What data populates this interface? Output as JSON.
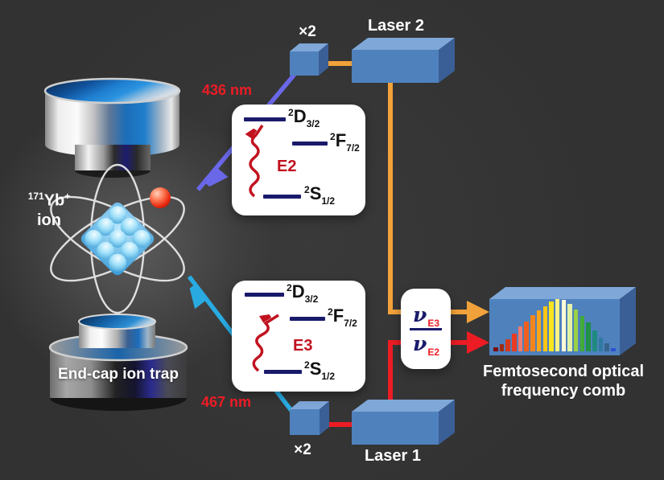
{
  "colors": {
    "background": "#323232",
    "device_blue_front": "#4f81bd",
    "device_blue_top": "#7fa7d8",
    "device_blue_side": "#3a5f96",
    "beam_orange": "#f2a23a",
    "beam_red": "#ed1c24",
    "beam_purple_436": "#6a68e8",
    "beam_cyan_467": "#29abe2",
    "energy_level_navy": "#1a1a6b",
    "transition_arrow_red": "#c1121f",
    "wavelength_label_red": "#ed1c24"
  },
  "ion": {
    "mass_number": "171",
    "element": "Yb",
    "charge": "+",
    "caption": "ion"
  },
  "trap": {
    "label": "End-cap ion trap"
  },
  "lasers": {
    "laser1_label": "Laser 1",
    "laser2_label": "Laser 2"
  },
  "frequency_doublers": {
    "top_label": "×2",
    "bottom_label": "×2"
  },
  "wavelengths": {
    "e2_436": "436 nm",
    "e3_467": "467 nm"
  },
  "ratio_box": {
    "nu_symbol": "ν",
    "numerator_subscript": "E3",
    "denominator_subscript": "E2"
  },
  "comb": {
    "caption_line1": "Femtosecond optical",
    "caption_line2": "frequency comb"
  },
  "level_diagrams": {
    "e2": {
      "transition_label": "E2",
      "levels": [
        {
          "name": "2D3/2",
          "sup": "2",
          "letter": "D",
          "sub": "3/2"
        },
        {
          "name": "2F7/2",
          "sup": "2",
          "letter": "F",
          "sub": "7/2"
        },
        {
          "name": "2S1/2",
          "sup": "2",
          "letter": "S",
          "sub": "1/2"
        }
      ]
    },
    "e3": {
      "transition_label": "E3",
      "levels": [
        {
          "name": "2D3/2",
          "sup": "2",
          "letter": "D",
          "sub": "3/2"
        },
        {
          "name": "2F7/2",
          "sup": "2",
          "letter": "F",
          "sub": "7/2"
        },
        {
          "name": "2S1/2",
          "sup": "2",
          "letter": "S",
          "sub": "1/2"
        }
      ]
    }
  },
  "chart_data": {
    "type": "bar",
    "title": "Femtosecond optical frequency comb",
    "xlabel": "",
    "ylabel": "",
    "values": [
      0.08,
      0.14,
      0.23,
      0.34,
      0.48,
      0.57,
      0.69,
      0.78,
      0.86,
      0.95,
      1.0,
      0.98,
      0.91,
      0.8,
      0.68,
      0.55,
      0.4,
      0.26,
      0.15,
      0.06
    ],
    "colors": [
      "#7a0c10",
      "#9e2b12",
      "#d4391c",
      "#e83b22",
      "#f37a6d",
      "#ef5f1e",
      "#f4851c",
      "#f8a616",
      "#fbc514",
      "#f9e51c",
      "#fbf387",
      "#fdfcd9",
      "#e4f2a6",
      "#9ad146",
      "#41ab38",
      "#1f9146",
      "#1f8a80",
      "#2f7ba3",
      "#36648b",
      "#2a52d2"
    ]
  }
}
